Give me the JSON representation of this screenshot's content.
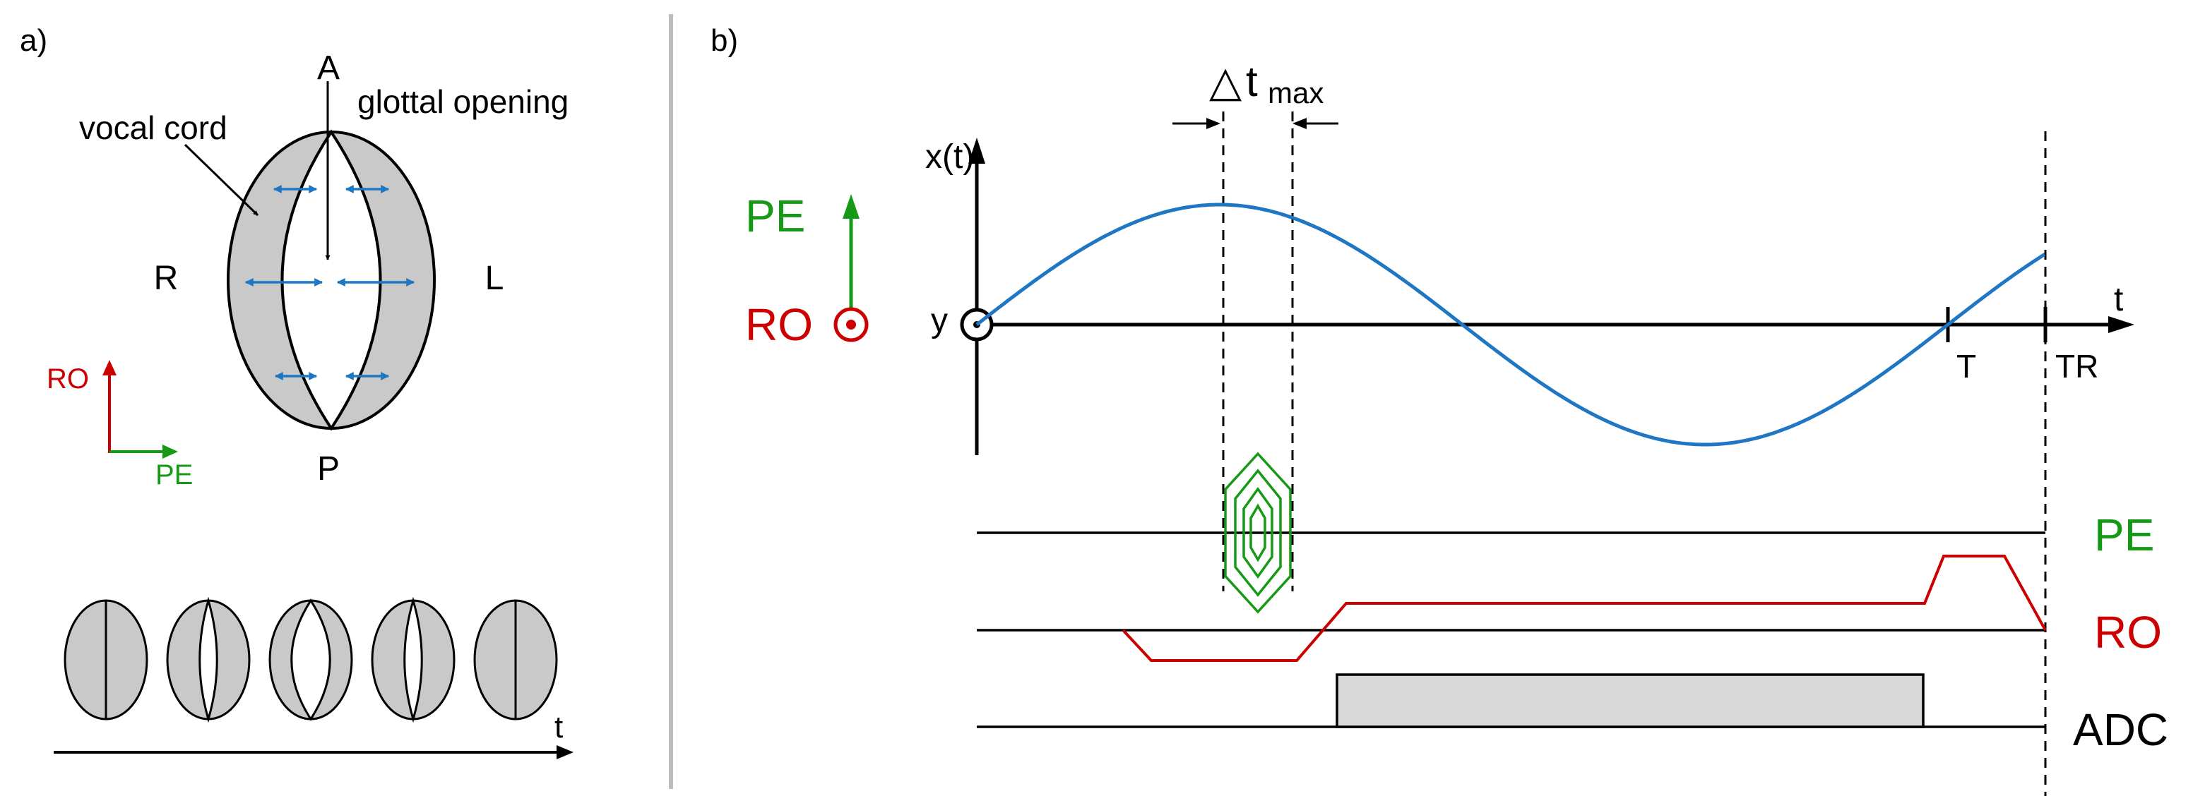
{
  "colors": {
    "black": "#000000",
    "gray_fill": "#c9c9c9",
    "blue": "#1f77c4",
    "green": "#169a16",
    "red": "#cc0000",
    "divider": "#bdbdbd"
  },
  "panel_a": {
    "label": "a)",
    "anterior": "A",
    "posterior": "P",
    "right": "R",
    "left": "L",
    "vocal_cord": "vocal cord",
    "glottal_opening": "glottal opening",
    "axis_ro": "RO",
    "axis_pe": "PE",
    "time_axis": "t",
    "sequence_openings": [
      0.0,
      0.45,
      1.0,
      0.45,
      0.0
    ]
  },
  "panel_b": {
    "label": "b)",
    "delta": "△",
    "delta_t": "t",
    "delta_sub": "max",
    "x_axis": "x(t)",
    "y_label": "y",
    "t_label": "t",
    "T_label": "T",
    "TR_label": "TR",
    "PE_label": "PE",
    "RO_label": "RO",
    "row_pe": "PE",
    "row_ro": "RO",
    "row_adc": "ADC"
  }
}
